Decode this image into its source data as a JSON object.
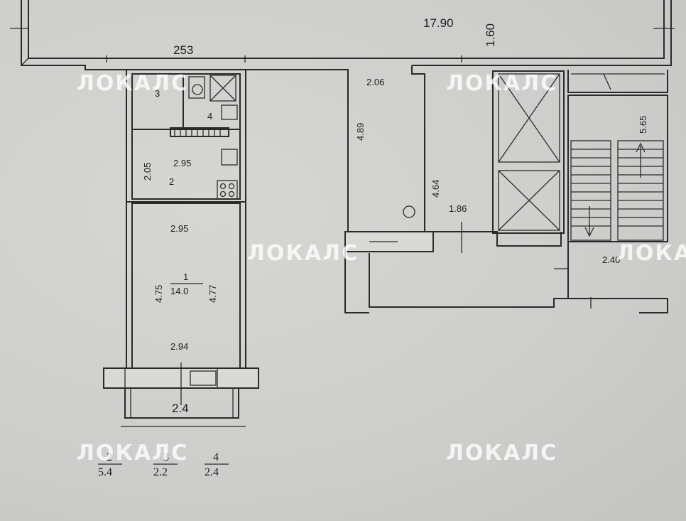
{
  "dimensions": {
    "corridor_length": "17.90",
    "corridor_width": "1.60",
    "corridor_left": "253",
    "hall_width": "2.06",
    "hall_length": "4.89",
    "lift_hall_length": "4.64",
    "lift_hall_width": "1.86",
    "stair_length": "5.65",
    "stair_width": "2.40",
    "kitchen_depth": "2.05",
    "kitchen_width": "2.95",
    "room_top_width": "2.95",
    "room_left_len": "4.75",
    "room_right_len": "4.77",
    "room_bottom_width": "2.94",
    "balcony_width": "2.4"
  },
  "rooms": {
    "room1_number": "1",
    "room1_area": "14.0",
    "kitchen_number": "2",
    "toilet_number": "3",
    "bath_number": "4"
  },
  "legend": [
    {
      "num": "2",
      "area": "5.4"
    },
    {
      "num": "3",
      "area": "2.2"
    },
    {
      "num": "4",
      "area": "2.4"
    }
  ],
  "watermark": "ЛОКАЛС"
}
